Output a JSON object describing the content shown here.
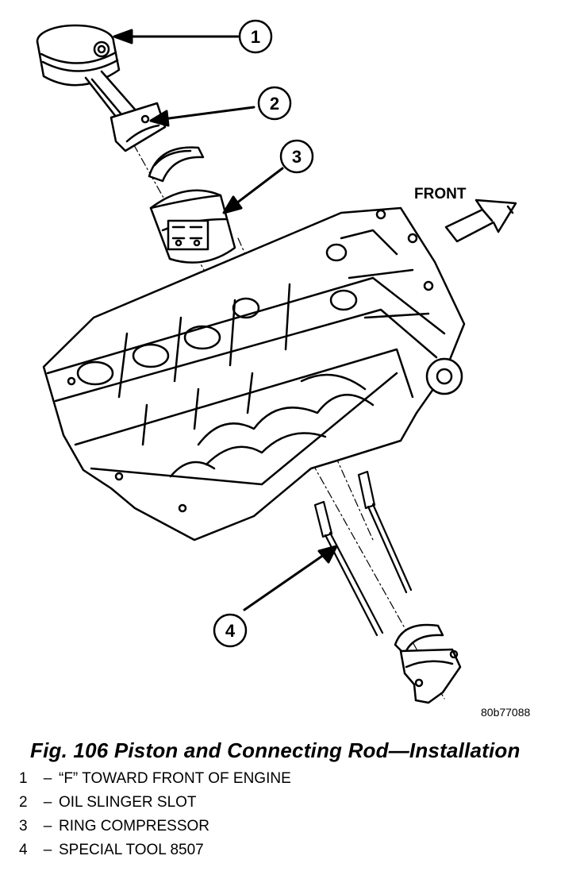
{
  "figure": {
    "code": "80b77088",
    "caption": "Fig. 106 Piston and Connecting Rod—Installation",
    "front_label": "FRONT"
  },
  "callouts": [
    {
      "number": "1",
      "label": "“F” TOWARD FRONT OF ENGINE"
    },
    {
      "number": "2",
      "label": "OIL SLINGER SLOT"
    },
    {
      "number": "3",
      "label": "RING COMPRESSOR"
    },
    {
      "number": "4",
      "label": "SPECIAL TOOL 8507"
    }
  ],
  "legend_separator": "–"
}
